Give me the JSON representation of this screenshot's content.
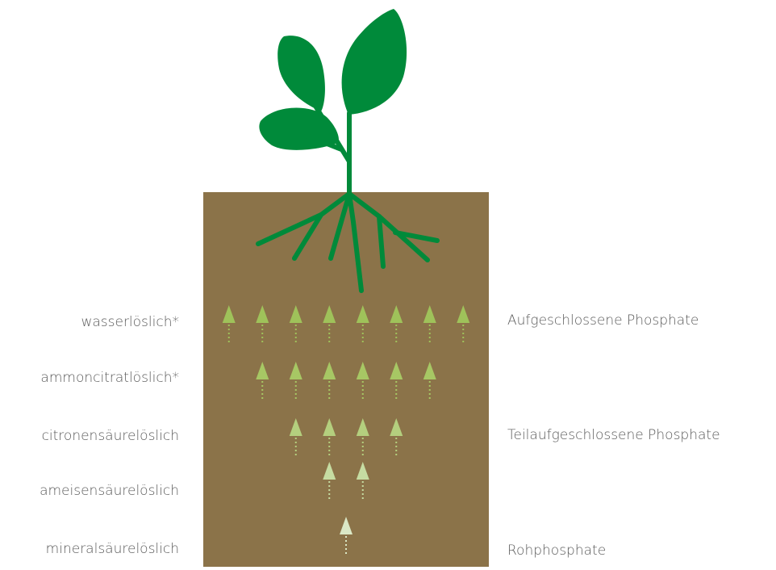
{
  "colors": {
    "soil": "#8b7349",
    "plant": "#008a3a",
    "row_colors": [
      "#9fc25a",
      "#a7c764",
      "#b4cf7e",
      "#c6dca2",
      "#dbe8c6"
    ]
  },
  "solubility_rows": [
    {
      "label": "wasserlöslich*",
      "arrow_count": 8
    },
    {
      "label": "ammoncitratlöslich*",
      "arrow_count": 6
    },
    {
      "label": "citronensäurelöslich",
      "arrow_count": 4
    },
    {
      "label": "ameisensäurelöslich",
      "arrow_count": 2
    },
    {
      "label": "mineralsäurelöslich",
      "arrow_count": 1
    }
  ],
  "phosphate_types": {
    "top": "Aufgeschlossene Phosphate",
    "middle": "Teilaufgeschlossene Phosphate",
    "bottom": "Rohphosphate"
  }
}
